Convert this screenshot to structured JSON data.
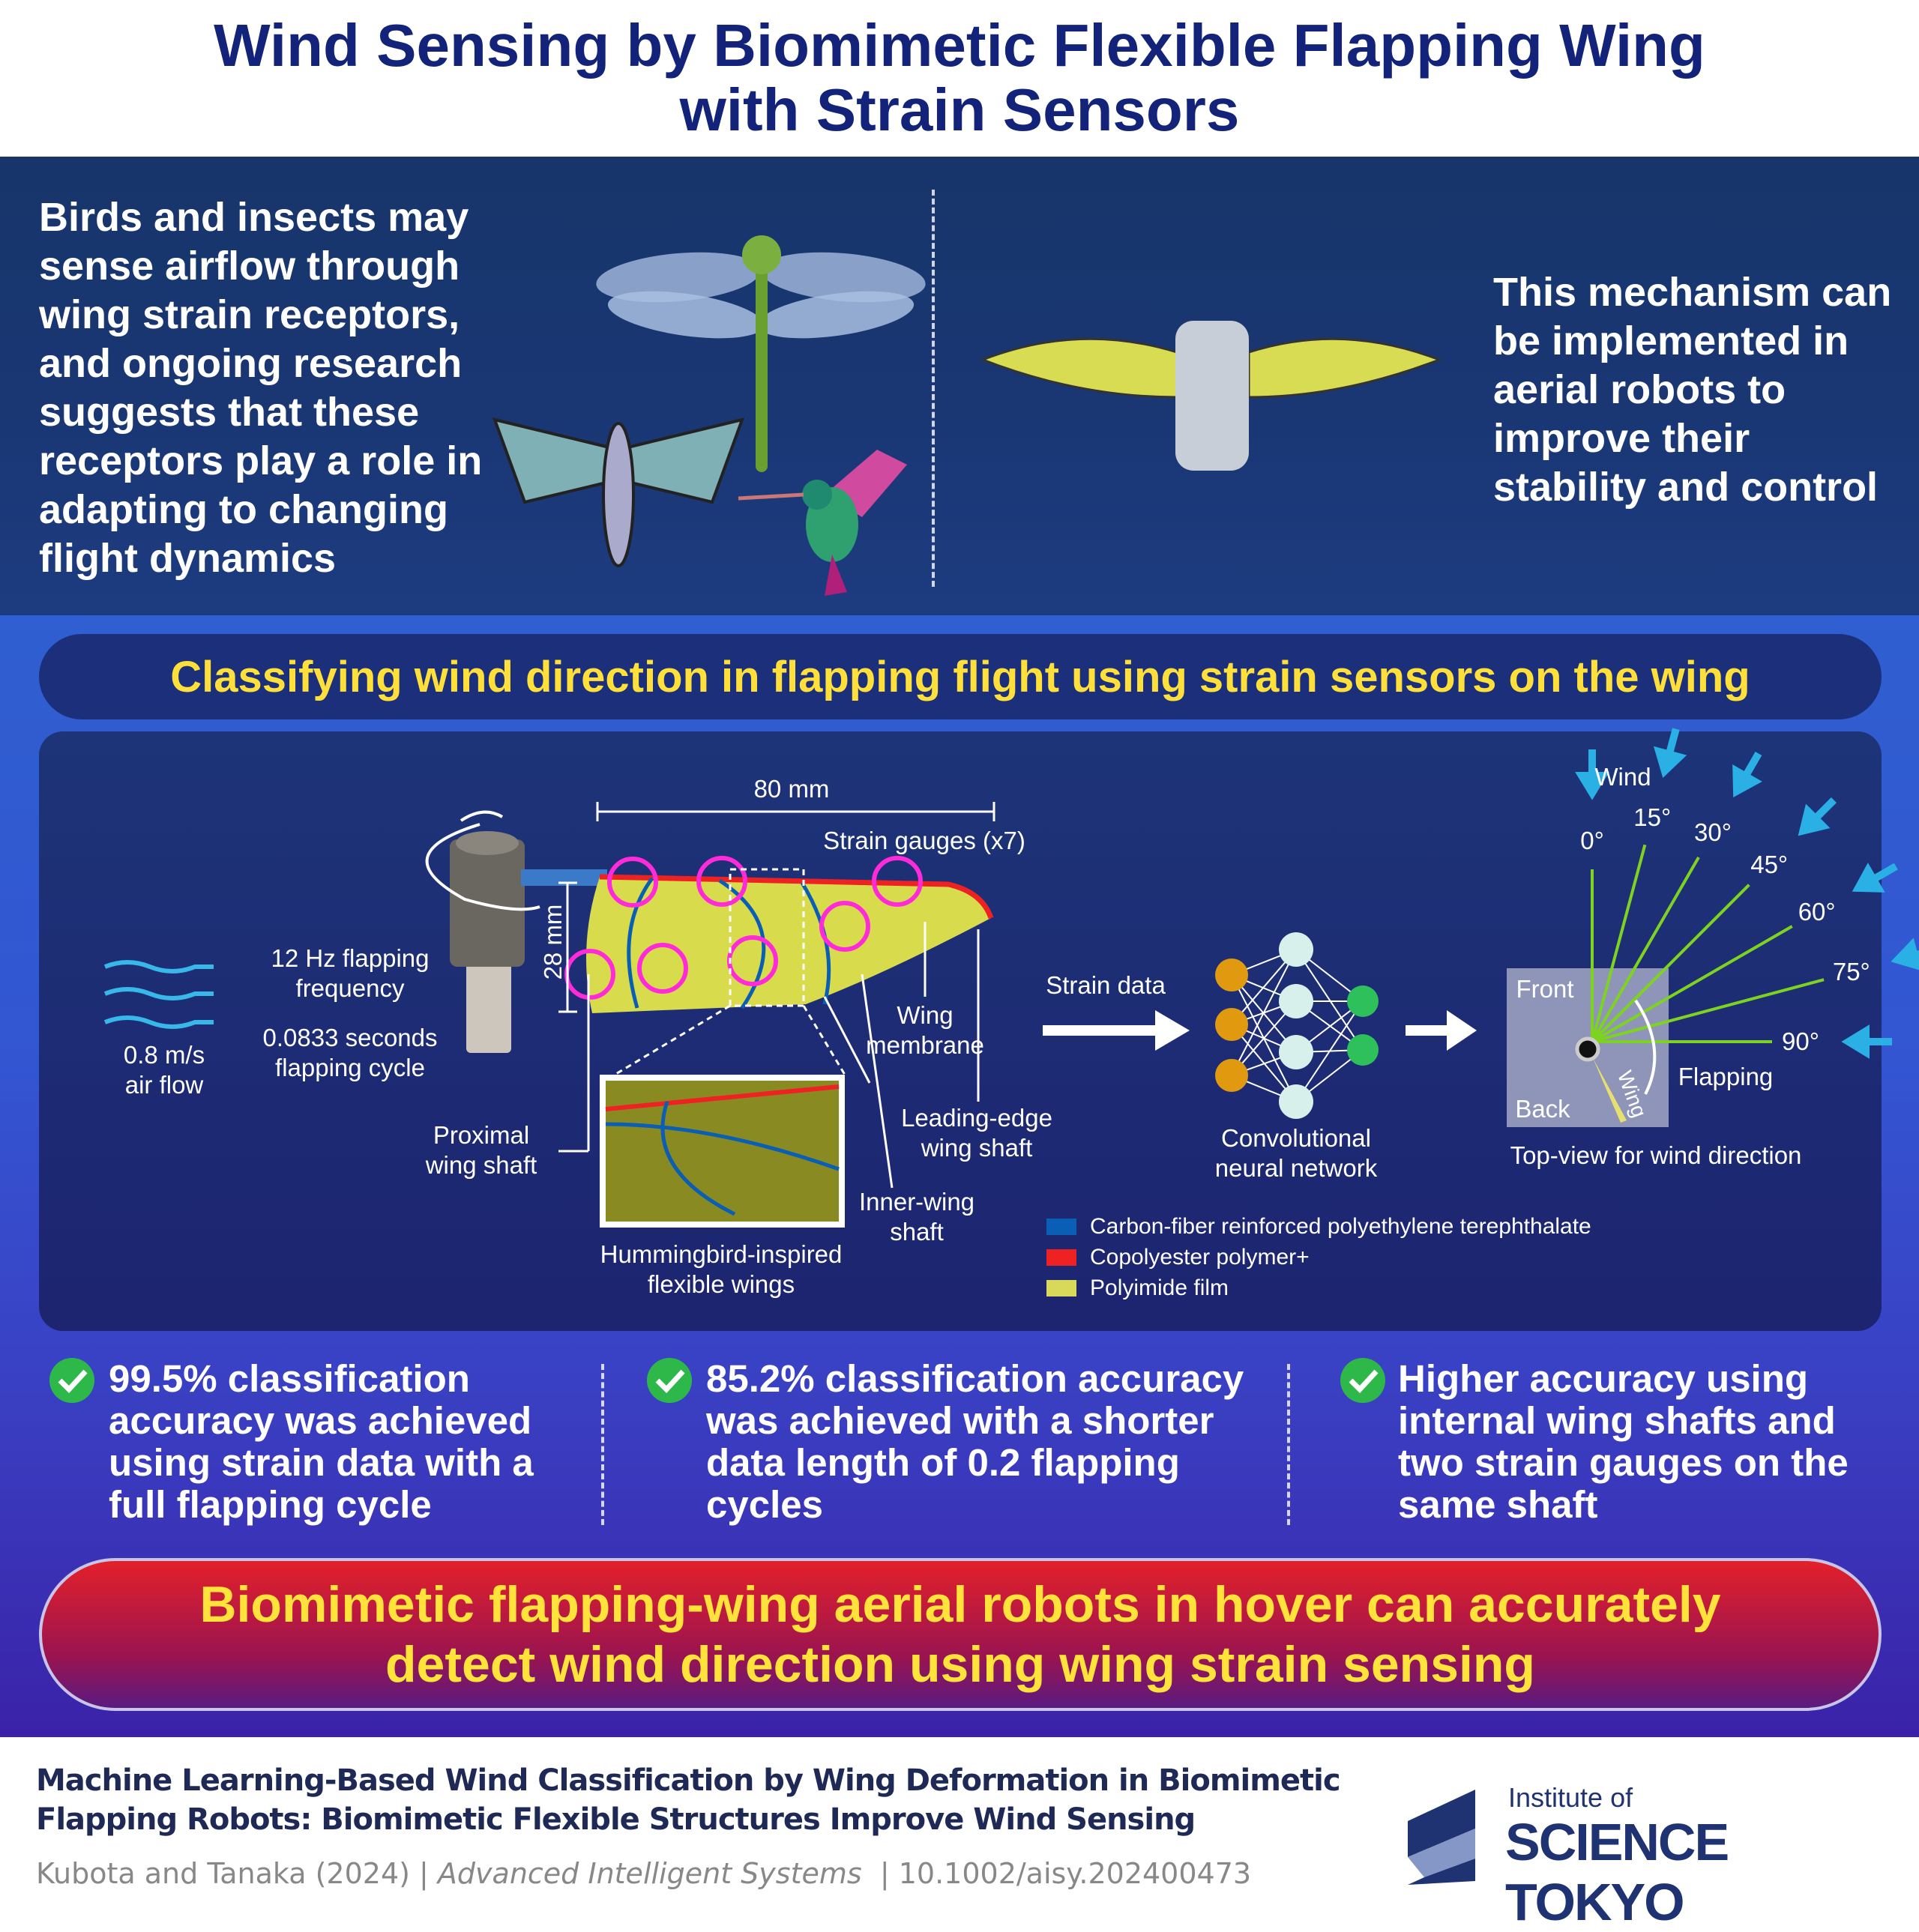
{
  "title": {
    "line1": "Wind Sensing by Biomimetic Flexible Flapping Wing",
    "line2": "with Strain Sensors"
  },
  "intro": {
    "left": "Birds and insects may sense airflow through wing strain receptors, and ongoing research suggests that these receptors play a role in adapting to changing flight dynamics",
    "right": "This mechanism can be implemented in aerial robots to improve their stability and control"
  },
  "heading": "Classifying wind direction in flapping flight using strain sensors on the wing",
  "diagram": {
    "length": "80 mm",
    "gauges": "Strain gauges (x7)",
    "width": "28 mm",
    "freq1": "12 Hz flapping",
    "freq2": "frequency",
    "cycle1": "0.0833 seconds",
    "cycle2": "flapping cycle",
    "air1": "0.8 m/s",
    "air2": "air flow",
    "proximal1": "Proximal",
    "proximal2": "wing shaft",
    "membrane1": "Wing",
    "membrane2": "membrane",
    "leading1": "Leading-edge",
    "leading2": "wing shaft",
    "inner1": "Inner-wing",
    "inner2": "shaft",
    "humming1": "Hummingbird-inspired",
    "humming2": "flexible wings",
    "strain_data": "Strain data",
    "cnn1": "Convolutional",
    "cnn2": "neural network",
    "wind": "Wind",
    "angles": [
      "0°",
      "15°",
      "30°",
      "45°",
      "60°",
      "75°",
      "90°"
    ],
    "front": "Front",
    "back": "Back",
    "wing": "Wing",
    "flapping": "Flapping",
    "topview": "Top-view for wind direction",
    "legend": [
      {
        "label": "Carbon-fiber reinforced polyethylene terephthalate",
        "color": "#0a5fb4"
      },
      {
        "label": "Copolyester polymer+",
        "color": "#ee2222"
      },
      {
        "label": "Polyimide film",
        "color": "#d8d85a"
      }
    ]
  },
  "bullets": [
    "99.5% classification accuracy was achieved using strain data with a full flapping cycle",
    "85.2% classification accuracy was achieved with a shorter data length of 0.2 flapping cycles",
    "Higher accuracy using internal wing shafts and two strain gauges on the same shaft"
  ],
  "conclusion": {
    "line1": "Biomimetic flapping-wing aerial robots in hover can accurately",
    "line2": "detect wind direction using wing strain sensing"
  },
  "footer": {
    "paper1": "Machine Learning-Based Wind Classification by Wing Deformation in Biomimetic",
    "paper2": "Flapping Robots: Biomimetic Flexible Structures Improve Wind Sensing",
    "authors": "Kubota and Tanaka (2024) | ",
    "journal": "Advanced Intelligent Systems",
    "doi": "  | 10.1002/aisy.202400473",
    "logo_small": "Institute of",
    "logo_big": "SCIENCE TOKYO"
  }
}
